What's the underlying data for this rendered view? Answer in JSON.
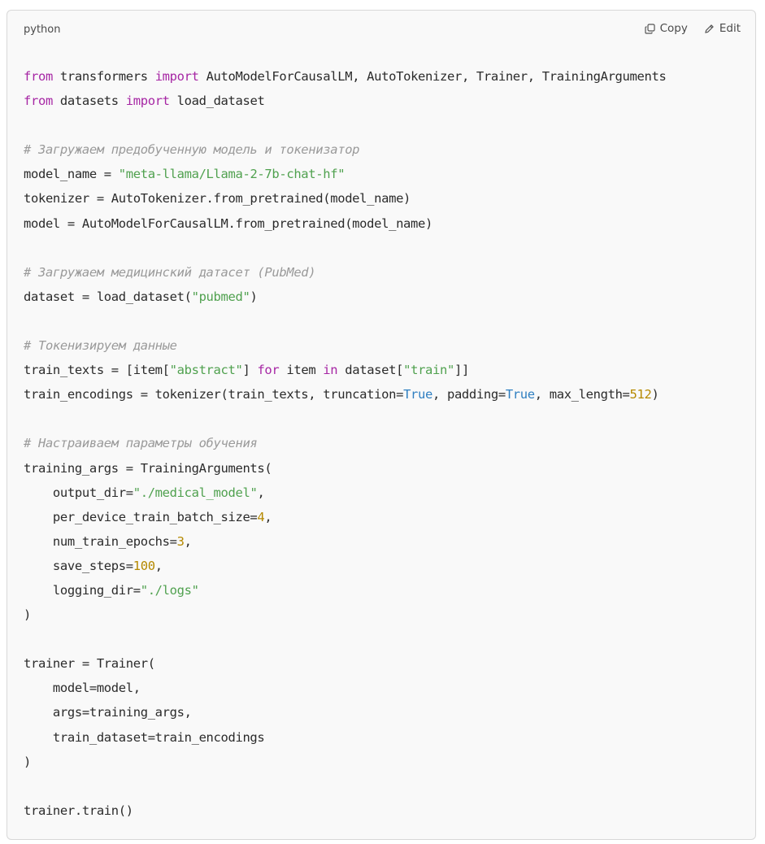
{
  "header": {
    "language": "python",
    "copy_label": "Copy",
    "edit_label": "Edit",
    "copy_icon": "copy-icon",
    "edit_icon": "pencil-icon"
  },
  "colors": {
    "keyword": "#a626a4",
    "string": "#50a14f",
    "number": "#b58900",
    "boolean": "#2f7fc1",
    "comment": "#9a9a9a",
    "text": "#2b2b2b",
    "background": "#f9f9f9"
  },
  "code_lines": [
    [
      [
        "kw",
        "from"
      ],
      [
        "t",
        " transformers "
      ],
      [
        "kw",
        "import"
      ],
      [
        "t",
        " AutoModelForCausalLM, AutoTokenizer, Trainer, TrainingArguments"
      ]
    ],
    [
      [
        "kw",
        "from"
      ],
      [
        "t",
        " datasets "
      ],
      [
        "kw",
        "import"
      ],
      [
        "t",
        " load_dataset"
      ]
    ],
    [],
    [
      [
        "cm",
        "# Загружаем предобученную модель и токенизатор"
      ]
    ],
    [
      [
        "t",
        "model_name = "
      ],
      [
        "str",
        "\"meta-llama/Llama-2-7b-chat-hf\""
      ]
    ],
    [
      [
        "t",
        "tokenizer = AutoTokenizer.from_pretrained(model_name)"
      ]
    ],
    [
      [
        "t",
        "model = AutoModelForCausalLM.from_pretrained(model_name)"
      ]
    ],
    [],
    [
      [
        "cm",
        "# Загружаем медицинский датасет (PubMed)"
      ]
    ],
    [
      [
        "t",
        "dataset = load_dataset("
      ],
      [
        "str",
        "\"pubmed\""
      ],
      [
        "t",
        ")"
      ]
    ],
    [],
    [
      [
        "cm",
        "# Токенизируем данные"
      ]
    ],
    [
      [
        "t",
        "train_texts = [item["
      ],
      [
        "str",
        "\"abstract\""
      ],
      [
        "t",
        "] "
      ],
      [
        "kw",
        "for"
      ],
      [
        "t",
        " item "
      ],
      [
        "kw",
        "in"
      ],
      [
        "t",
        " dataset["
      ],
      [
        "str",
        "\"train\""
      ],
      [
        "t",
        "]]"
      ]
    ],
    [
      [
        "t",
        "train_encodings = tokenizer(train_texts, truncation="
      ],
      [
        "bool",
        "True"
      ],
      [
        "t",
        ", padding="
      ],
      [
        "bool",
        "True"
      ],
      [
        "t",
        ", max_length="
      ],
      [
        "num",
        "512"
      ],
      [
        "t",
        ")"
      ]
    ],
    [],
    [
      [
        "cm",
        "# Настраиваем параметры обучения"
      ]
    ],
    [
      [
        "t",
        "training_args = TrainingArguments("
      ]
    ],
    [
      [
        "t",
        "    output_dir="
      ],
      [
        "str",
        "\"./medical_model\""
      ],
      [
        "t",
        ","
      ]
    ],
    [
      [
        "t",
        "    per_device_train_batch_size="
      ],
      [
        "num",
        "4"
      ],
      [
        "t",
        ","
      ]
    ],
    [
      [
        "t",
        "    num_train_epochs="
      ],
      [
        "num",
        "3"
      ],
      [
        "t",
        ","
      ]
    ],
    [
      [
        "t",
        "    save_steps="
      ],
      [
        "num",
        "100"
      ],
      [
        "t",
        ","
      ]
    ],
    [
      [
        "t",
        "    logging_dir="
      ],
      [
        "str",
        "\"./logs\""
      ]
    ],
    [
      [
        "t",
        ")"
      ]
    ],
    [],
    [
      [
        "t",
        "trainer = Trainer("
      ]
    ],
    [
      [
        "t",
        "    model=model,"
      ]
    ],
    [
      [
        "t",
        "    args=training_args,"
      ]
    ],
    [
      [
        "t",
        "    train_dataset=train_encodings"
      ]
    ],
    [
      [
        "t",
        ")"
      ]
    ],
    [],
    [
      [
        "t",
        "trainer.train()"
      ]
    ]
  ]
}
